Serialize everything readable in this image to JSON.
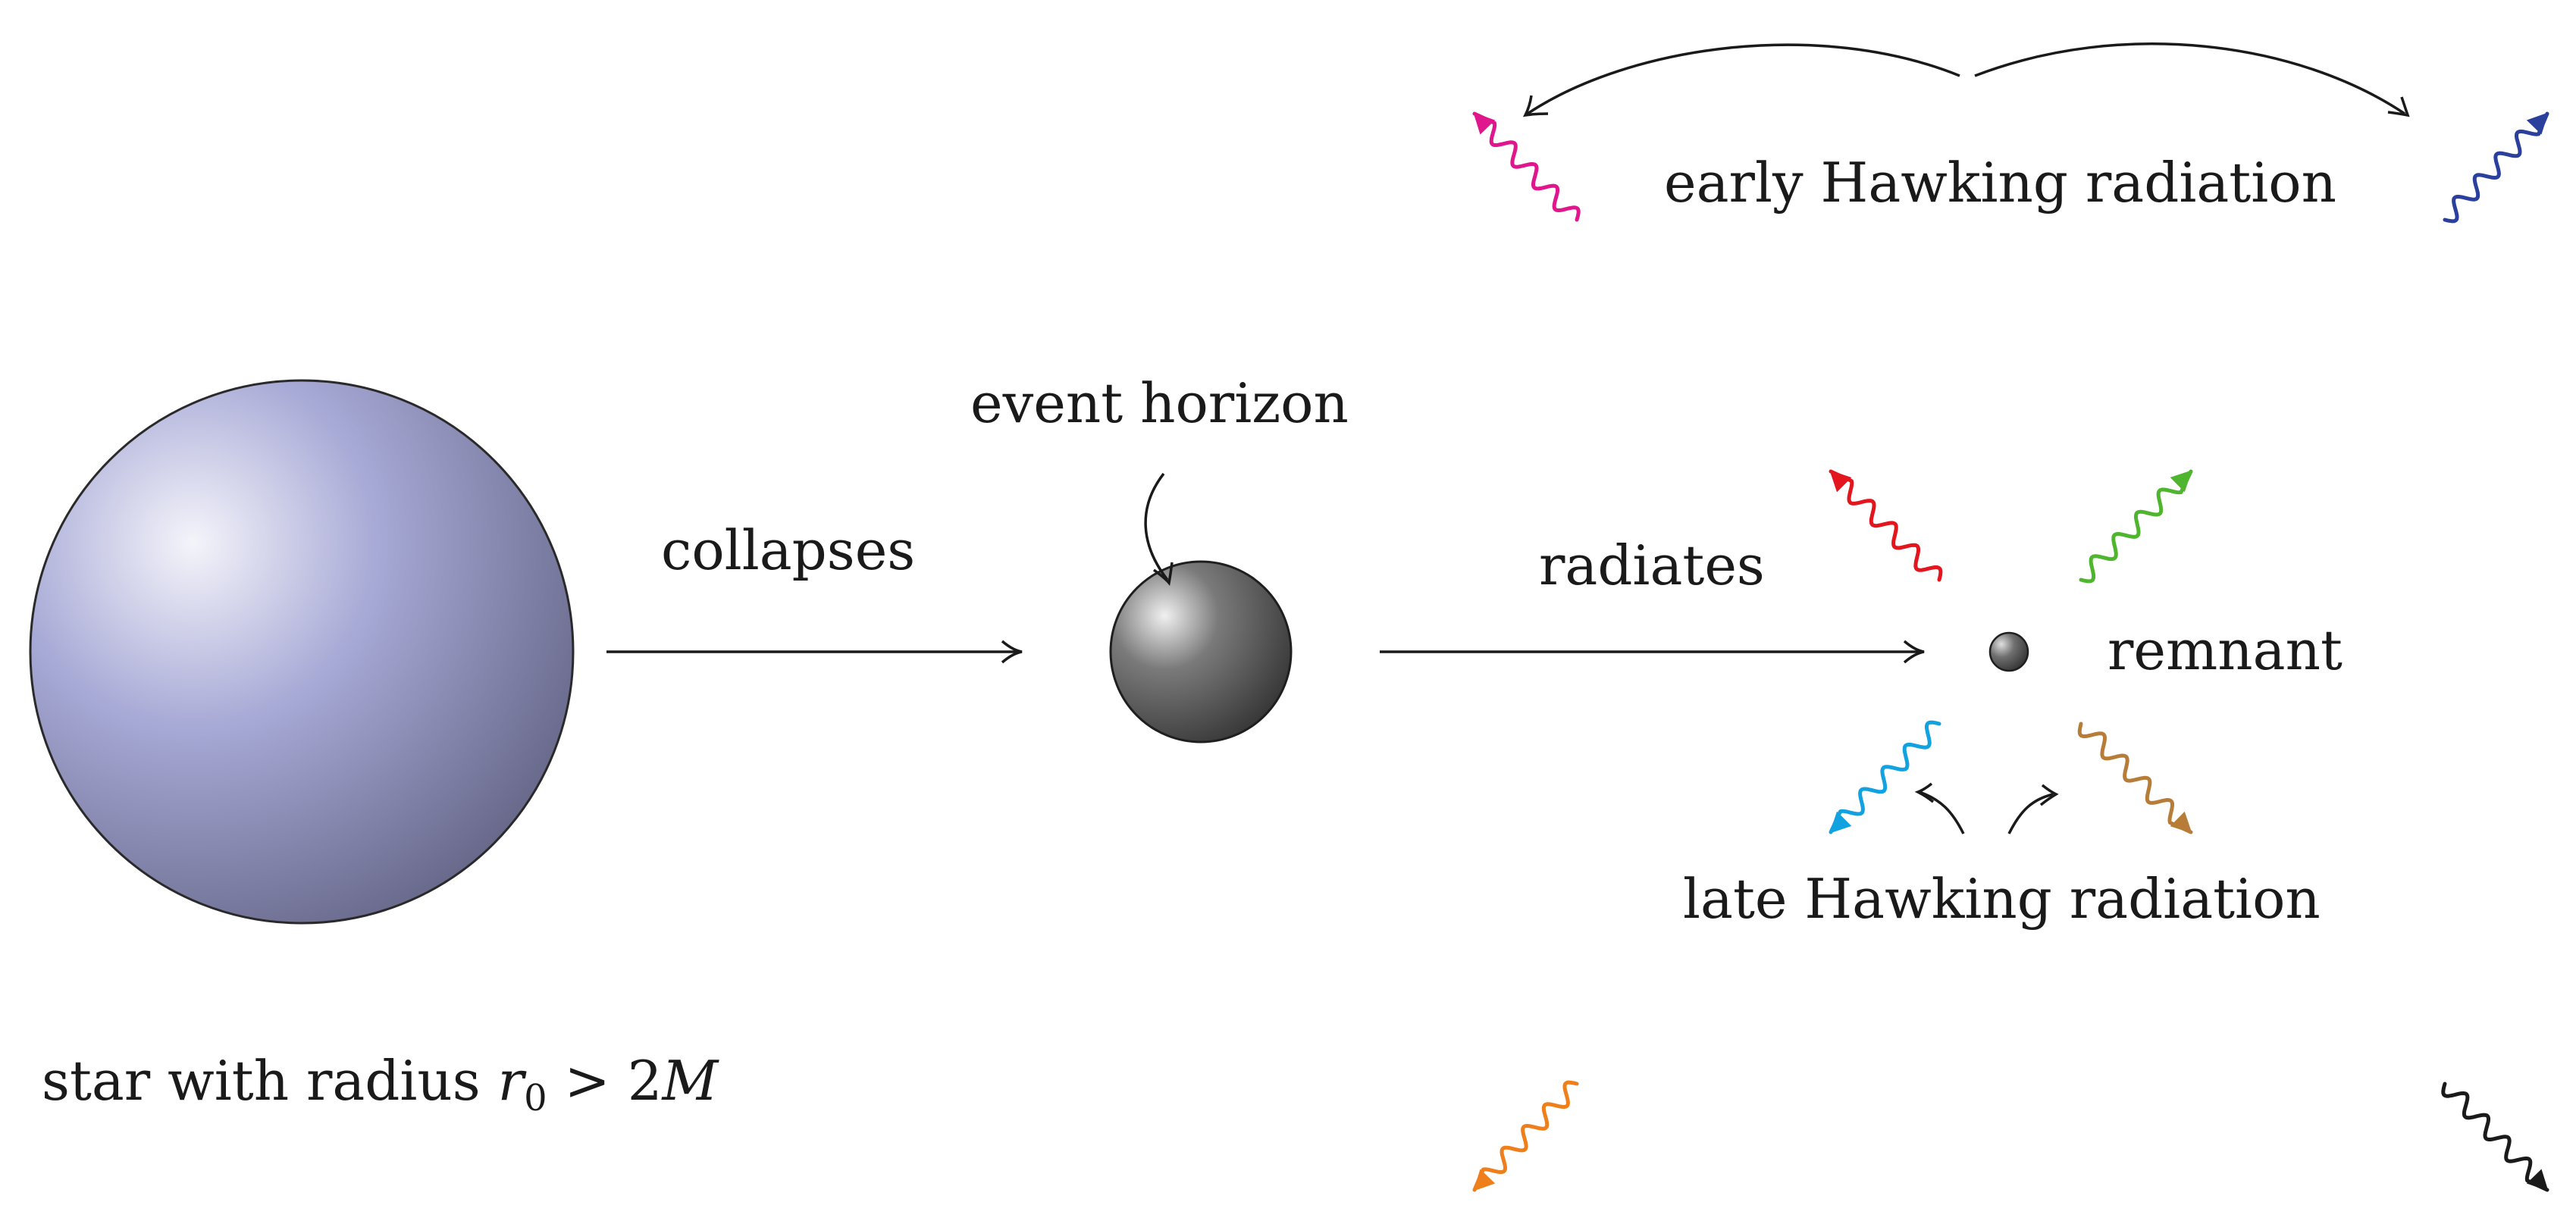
{
  "labels": {
    "collapses": "collapses",
    "event_horizon": "event horizon",
    "radiates": "radiates",
    "remnant": "remnant",
    "early_hawking": "early Hawking radiation",
    "late_hawking": "late Hawking radiation",
    "star_caption_prefix": "star with radius ",
    "star_caption_var": "r",
    "star_caption_sub": "0",
    "star_caption_op": " > 2",
    "star_caption_mass": "M"
  },
  "colors": {
    "star": "#9a9ccc",
    "black_hole": "#555555",
    "arrow": "#1a1a1a",
    "wave_early_left": "#e0168c",
    "wave_early_right": "#2b3f9c",
    "wave_late_up_left": "#e3161e",
    "wave_late_up_right": "#4fb52f",
    "wave_late_down_left": "#12a2e0",
    "wave_late_down_right": "#b87c39",
    "wave_bottom_left": "#ee7f1b",
    "wave_bottom_right": "#1a1a1a"
  }
}
